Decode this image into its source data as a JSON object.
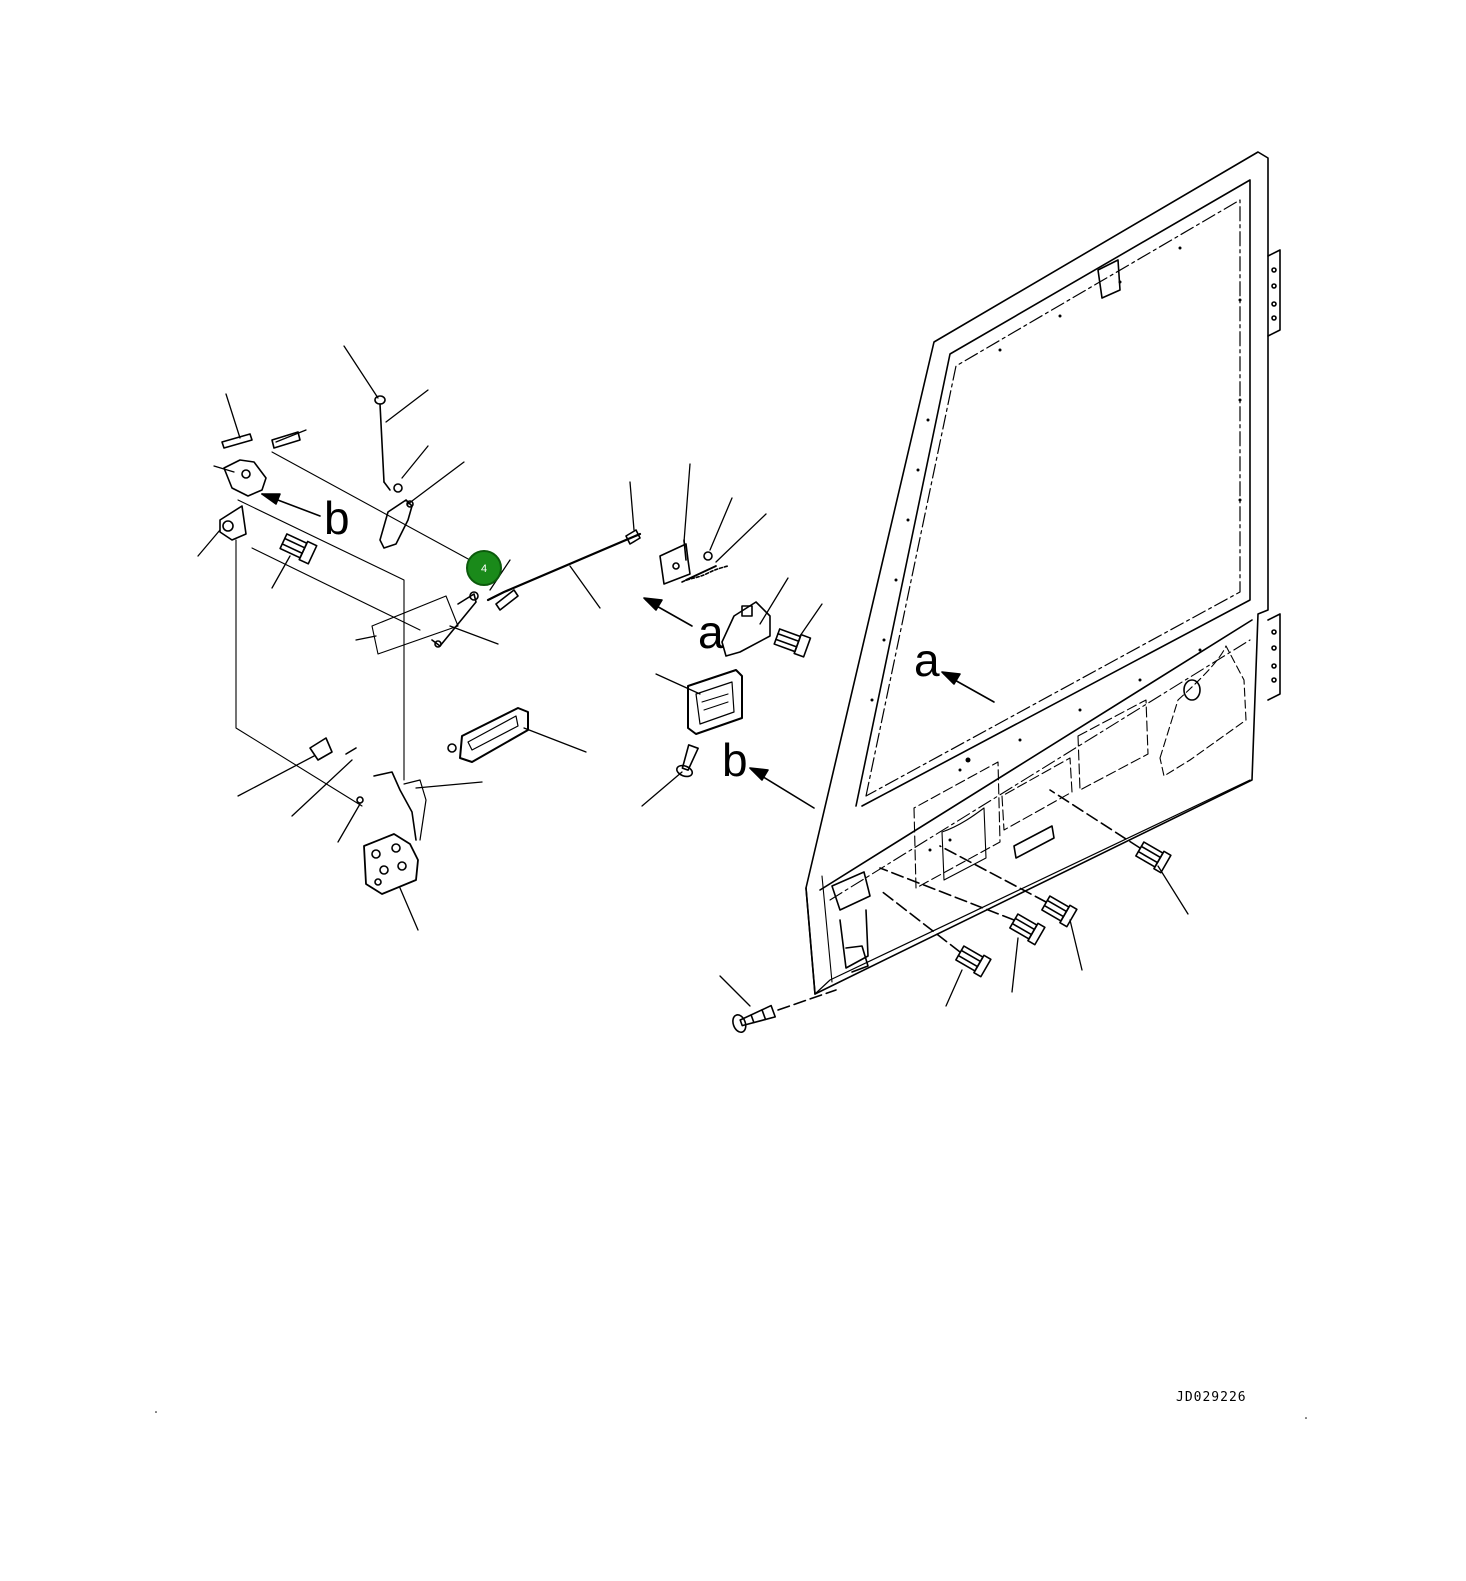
{
  "diagram": {
    "view_labels": [
      "a",
      "b"
    ],
    "drawing_code": "JD029226",
    "callout": {
      "label": "4",
      "color": "#1a8a1a"
    }
  }
}
